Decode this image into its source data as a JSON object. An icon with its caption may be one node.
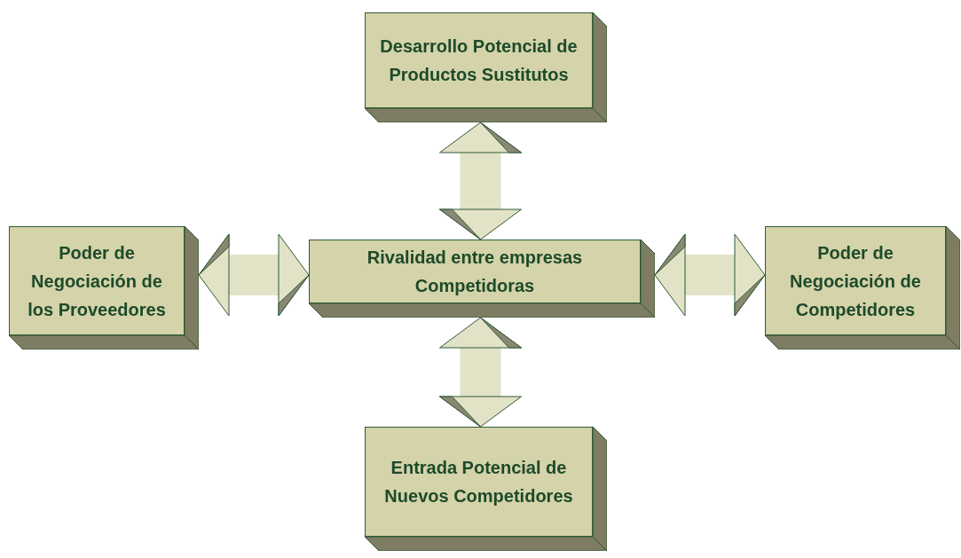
{
  "diagram": {
    "nodes": [
      {
        "text": [
          "Desarrollo Potencial de Productos Sustitutos"
        ]
      },
      {
        "text": [
          "Poder de Negociación de los Proveedores"
        ]
      },
      {
        "text": [
          "Rivalidad entre empresas Competidoras"
        ]
      },
      {
        "text": [
          "Poder de Negociación de Competidores"
        ]
      },
      {
        "text": [
          "Entrada Potencial de Nuevos Competidores"
        ]
      }
    ],
    "edges": [
      {
        "from": 0,
        "to": 2,
        "arrow": "both"
      },
      {
        "from": 1,
        "to": 2,
        "arrow": "both"
      },
      {
        "from": 2,
        "to": 3,
        "arrow": "both"
      },
      {
        "from": 2,
        "to": 4,
        "arrow": "both"
      }
    ]
  }
}
